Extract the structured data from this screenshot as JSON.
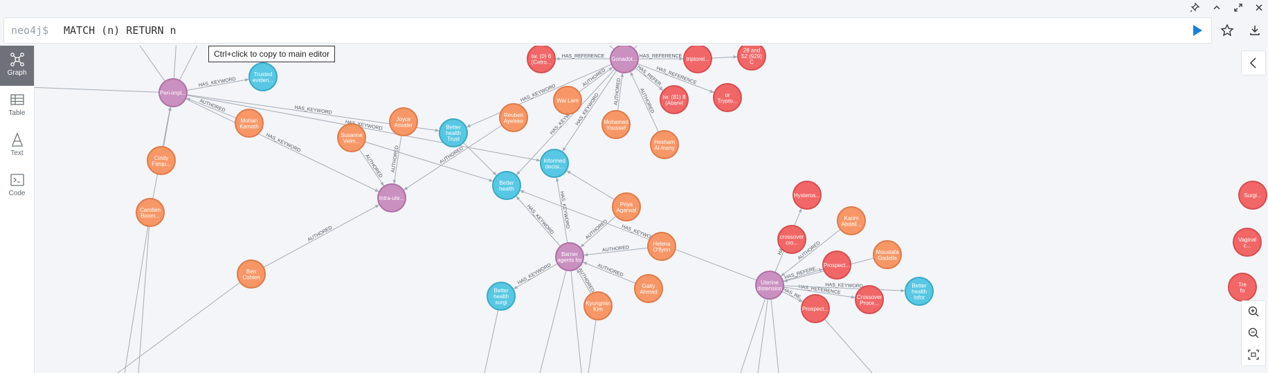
{
  "editor": {
    "prompt": "neo4j$",
    "query": "MATCH (n) RETURN n"
  },
  "tooltip": "Ctrl+click to copy to main editor",
  "sidebar": [
    {
      "label": "Graph",
      "icon": "graph-icon",
      "active": true
    },
    {
      "label": "Table",
      "icon": "table-icon",
      "active": false
    },
    {
      "label": "Text",
      "icon": "text-icon",
      "active": false
    },
    {
      "label": "Code",
      "icon": "code-icon",
      "active": false
    }
  ],
  "colors": {
    "person": "#f79767",
    "keyword": "#57c7e3",
    "paper": "#c990c0",
    "reference": "#f16667",
    "edge": "#a5abb6"
  },
  "graph": {
    "nodes": [
      {
        "id": "periimpl",
        "label": [
          "Peri-impl..."
        ],
        "type": "paper"
      },
      {
        "id": "trusted",
        "label": [
          "Trusted",
          "eviden..."
        ],
        "type": "keyword"
      },
      {
        "id": "mohan",
        "label": [
          "Mohan",
          "Kamath"
        ],
        "type": "person"
      },
      {
        "id": "cindy",
        "label": [
          "Cindy",
          "Farqu..."
        ],
        "type": "person"
      },
      {
        "id": "carolien",
        "label": [
          "Carolien",
          "Boom..."
        ],
        "type": "person"
      },
      {
        "id": "joyce",
        "label": [
          "Joyce",
          "Assaler"
        ],
        "type": "person"
      },
      {
        "id": "susanne",
        "label": [
          "Susanne",
          "Velm..."
        ],
        "type": "person"
      },
      {
        "id": "intrau",
        "label": [
          "Intra-ute..."
        ],
        "type": "paper"
      },
      {
        "id": "benc",
        "label": [
          "Ben",
          "Cohlen"
        ],
        "type": "person"
      },
      {
        "id": "bht",
        "label": [
          "Better",
          "health",
          "Trust"
        ],
        "type": "keyword"
      },
      {
        "id": "reuben",
        "label": [
          "Reuben",
          "Ayeleke"
        ],
        "type": "person"
      },
      {
        "id": "wai",
        "label": [
          "Wai Lam"
        ],
        "type": "person"
      },
      {
        "id": "gonadot",
        "label": [
          "Gonadot..."
        ],
        "type": "paper"
      },
      {
        "id": "tw0",
        "label": [
          "tw. (0) 6",
          "(Cetro..."
        ],
        "type": "reference"
      },
      {
        "id": "triptorel",
        "label": [
          "triptorel..."
        ],
        "type": "reference"
      },
      {
        "id": "r28",
        "label": [
          "28 and",
          "52 (929)",
          "C"
        ],
        "type": "reference"
      },
      {
        "id": "tw81",
        "label": [
          "tw. (81) 8",
          "(Abarel"
        ],
        "type": "reference"
      },
      {
        "id": "ortrypto",
        "label": [
          "or",
          "Trypto..."
        ],
        "type": "reference"
      },
      {
        "id": "mohamed",
        "label": [
          "Mohamed",
          "Youssef"
        ],
        "type": "person"
      },
      {
        "id": "hesham",
        "label": [
          "Hesham",
          "Al-Inany"
        ],
        "type": "person"
      },
      {
        "id": "informed",
        "label": [
          "Informed",
          "decisi..."
        ],
        "type": "keyword"
      },
      {
        "id": "bh",
        "label": [
          "Better",
          "health"
        ],
        "type": "keyword"
      },
      {
        "id": "priya",
        "label": [
          "Priya",
          "Agarwal"
        ],
        "type": "person"
      },
      {
        "id": "helena",
        "label": [
          "Helena",
          "O'flynn"
        ],
        "type": "person"
      },
      {
        "id": "barrier",
        "label": [
          "Barrier",
          "agents for"
        ],
        "type": "paper"
      },
      {
        "id": "gaity",
        "label": [
          "Gaity",
          "Ahmad"
        ],
        "type": "person"
      },
      {
        "id": "kyung",
        "label": [
          "Kyungmin",
          "Kim"
        ],
        "type": "person"
      },
      {
        "id": "bhs",
        "label": [
          "Better",
          "health",
          "surgi"
        ],
        "type": "keyword"
      },
      {
        "id": "hysteros",
        "label": [
          "Hysteros..."
        ],
        "type": "reference"
      },
      {
        "id": "crossover",
        "label": [
          "crossover",
          "cro..."
        ],
        "type": "reference"
      },
      {
        "id": "karim",
        "label": [
          "Karim",
          "Abdall..."
        ],
        "type": "person"
      },
      {
        "id": "prospect1",
        "label": [
          "Prospect..."
        ],
        "type": "reference"
      },
      {
        "id": "moustafa",
        "label": [
          "Moustafa",
          "Gadalla"
        ],
        "type": "person"
      },
      {
        "id": "uterine",
        "label": [
          "Uterine",
          "distension"
        ],
        "type": "paper"
      },
      {
        "id": "crossover2",
        "label": [
          "Crossover",
          "Proce..."
        ],
        "type": "reference"
      },
      {
        "id": "bhi",
        "label": [
          "Better",
          "health",
          "Infor"
        ],
        "type": "keyword"
      },
      {
        "id": "prospect2",
        "label": [
          "Prospect..."
        ],
        "type": "reference"
      },
      {
        "id": "surgi",
        "label": [
          "Surgi..."
        ],
        "type": "reference"
      },
      {
        "id": "vaginal",
        "label": [
          "Vaginal",
          "c..."
        ],
        "type": "reference"
      },
      {
        "id": "trefo",
        "label": [
          "Tre",
          "fo"
        ],
        "type": "reference"
      }
    ],
    "edges": [
      {
        "from": "periimpl",
        "to": "trusted",
        "label": "HAS_KEYWORD"
      },
      {
        "from": "mohan",
        "to": "periimpl",
        "label": "AUTHORED"
      },
      {
        "from": "cindy",
        "to": "periimpl",
        "label": ""
      },
      {
        "from": "carolien",
        "to": "periimpl",
        "label": ""
      },
      {
        "from": "periimpl",
        "to": "bht",
        "label": "HAS_KEYWORD"
      },
      {
        "from": "periimpl",
        "to": "informed",
        "label": "HAS_KEYWORD"
      },
      {
        "from": "periimpl",
        "to": "intrau",
        "label": "HAS_KEYWORD"
      },
      {
        "from": "joyce",
        "to": "intrau",
        "label": "AUTHORED"
      },
      {
        "from": "susanne",
        "to": "intrau",
        "label": "AUTHORED"
      },
      {
        "from": "susanne",
        "to": "bh",
        "label": ""
      },
      {
        "from": "reuben",
        "to": "intrau",
        "label": "AUTHORED"
      },
      {
        "from": "benc",
        "to": "intrau",
        "label": "AUTHORED"
      },
      {
        "from": "gonadot",
        "to": "bht",
        "label": "HAS_KEYWORD"
      },
      {
        "from": "gonadot",
        "to": "tw0",
        "label": "HAS_REFERENCE"
      },
      {
        "from": "gonadot",
        "to": "triptorel",
        "label": "HAS_REFERENCE"
      },
      {
        "from": "triptorel",
        "to": "r28",
        "label": ""
      },
      {
        "from": "gonadot",
        "to": "tw81",
        "label": "HAS_REFER..."
      },
      {
        "from": "gonadot",
        "to": "ortrypto",
        "label": "HAS_REFERENCE"
      },
      {
        "from": "wai",
        "to": "gonadot",
        "label": "AUTHORED"
      },
      {
        "from": "mohamed",
        "to": "gonadot",
        "label": "AUTHORED"
      },
      {
        "from": "hesham",
        "to": "gonadot",
        "label": "AUTHORED"
      },
      {
        "from": "gonadot",
        "to": "informed",
        "label": "HAS_KEYWORD"
      },
      {
        "from": "gonadot",
        "to": "bh",
        "label": "HAS_KEYWORD"
      },
      {
        "from": "bht",
        "to": "bh",
        "label": ""
      },
      {
        "from": "barrier",
        "to": "bh",
        "label": "HAS_KEYWORD"
      },
      {
        "from": "barrier",
        "to": "informed",
        "label": "HAS_KEYWORD"
      },
      {
        "from": "priya",
        "to": "barrier",
        "label": "AUTHORED"
      },
      {
        "from": "helena",
        "to": "barrier",
        "label": "AUTHORED"
      },
      {
        "from": "gaity",
        "to": "barrier",
        "label": "AUTHORED"
      },
      {
        "from": "kyung",
        "to": "barrier",
        "label": "AUTHORED"
      },
      {
        "from": "barrier",
        "to": "bhs",
        "label": "HAS_KEYWORD"
      },
      {
        "from": "priya",
        "to": "informed",
        "label": ""
      },
      {
        "from": "uterine",
        "to": "bh",
        "label": "HAS_KEYWORD"
      },
      {
        "from": "uterine",
        "to": "hysteros",
        "label": "HAS_REFER..."
      },
      {
        "from": "karim",
        "to": "uterine",
        "label": "AUTHORED"
      },
      {
        "from": "uterine",
        "to": "prospect1",
        "label": "HAS_REFERE..."
      },
      {
        "from": "moustafa",
        "to": "uterine",
        "label": ""
      },
      {
        "from": "uterine",
        "to": "crossover2",
        "label": "HAS_REFERENCE"
      },
      {
        "from": "uterine",
        "to": "bhi",
        "label": "HAS_KEYWORD"
      },
      {
        "from": "uterine",
        "to": "prospect2",
        "label": "HAS_RE..."
      }
    ]
  }
}
